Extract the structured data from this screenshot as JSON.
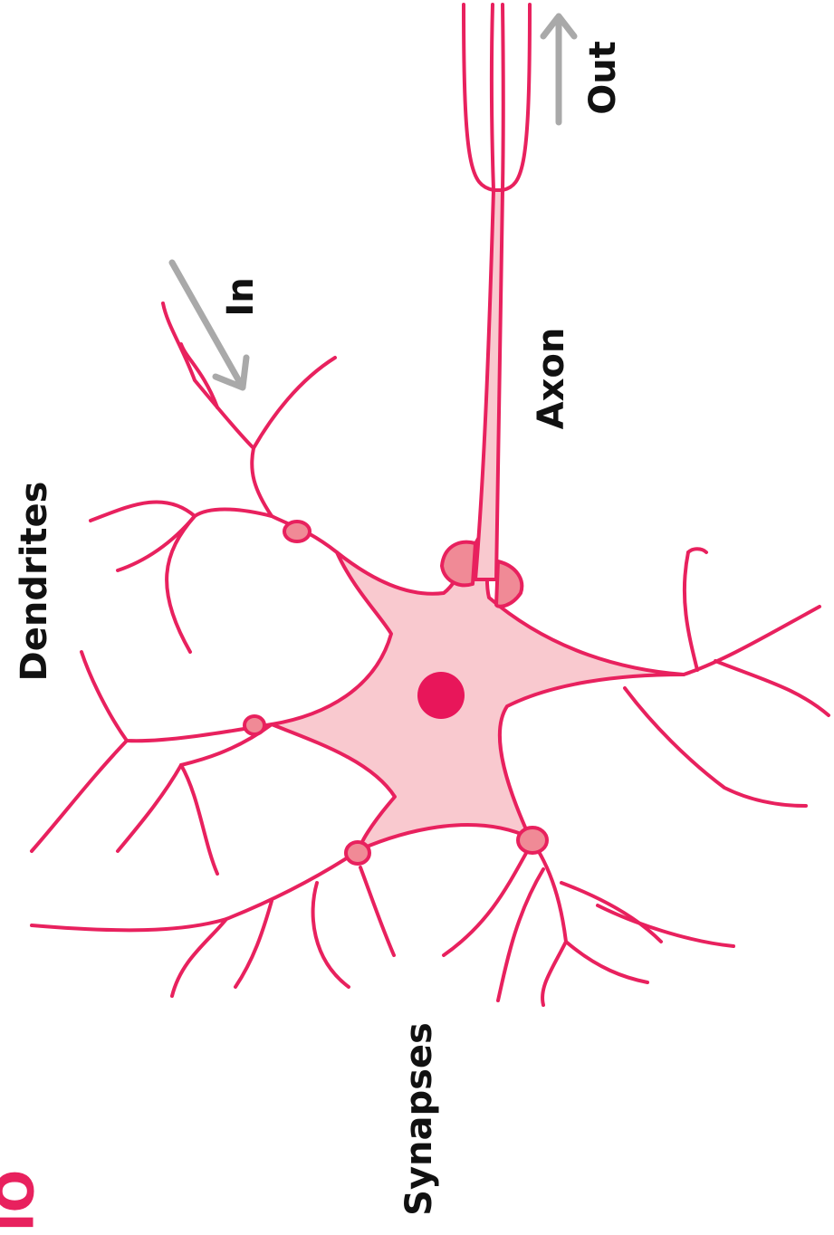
{
  "labels": {
    "dendrites": "Dendrites",
    "in": "In",
    "axon": "Axon",
    "out": "Out",
    "synapses": "Synapses",
    "corner": "IO"
  },
  "colors": {
    "neuron_stroke": "#e8215e",
    "neuron_fill": "#f9c9cf",
    "synapse_fill": "#f08a96",
    "nucleus": "#e8165a",
    "arrow": "#a9a9a9",
    "label_text": "#111111",
    "accent_text": "#e8215e"
  }
}
